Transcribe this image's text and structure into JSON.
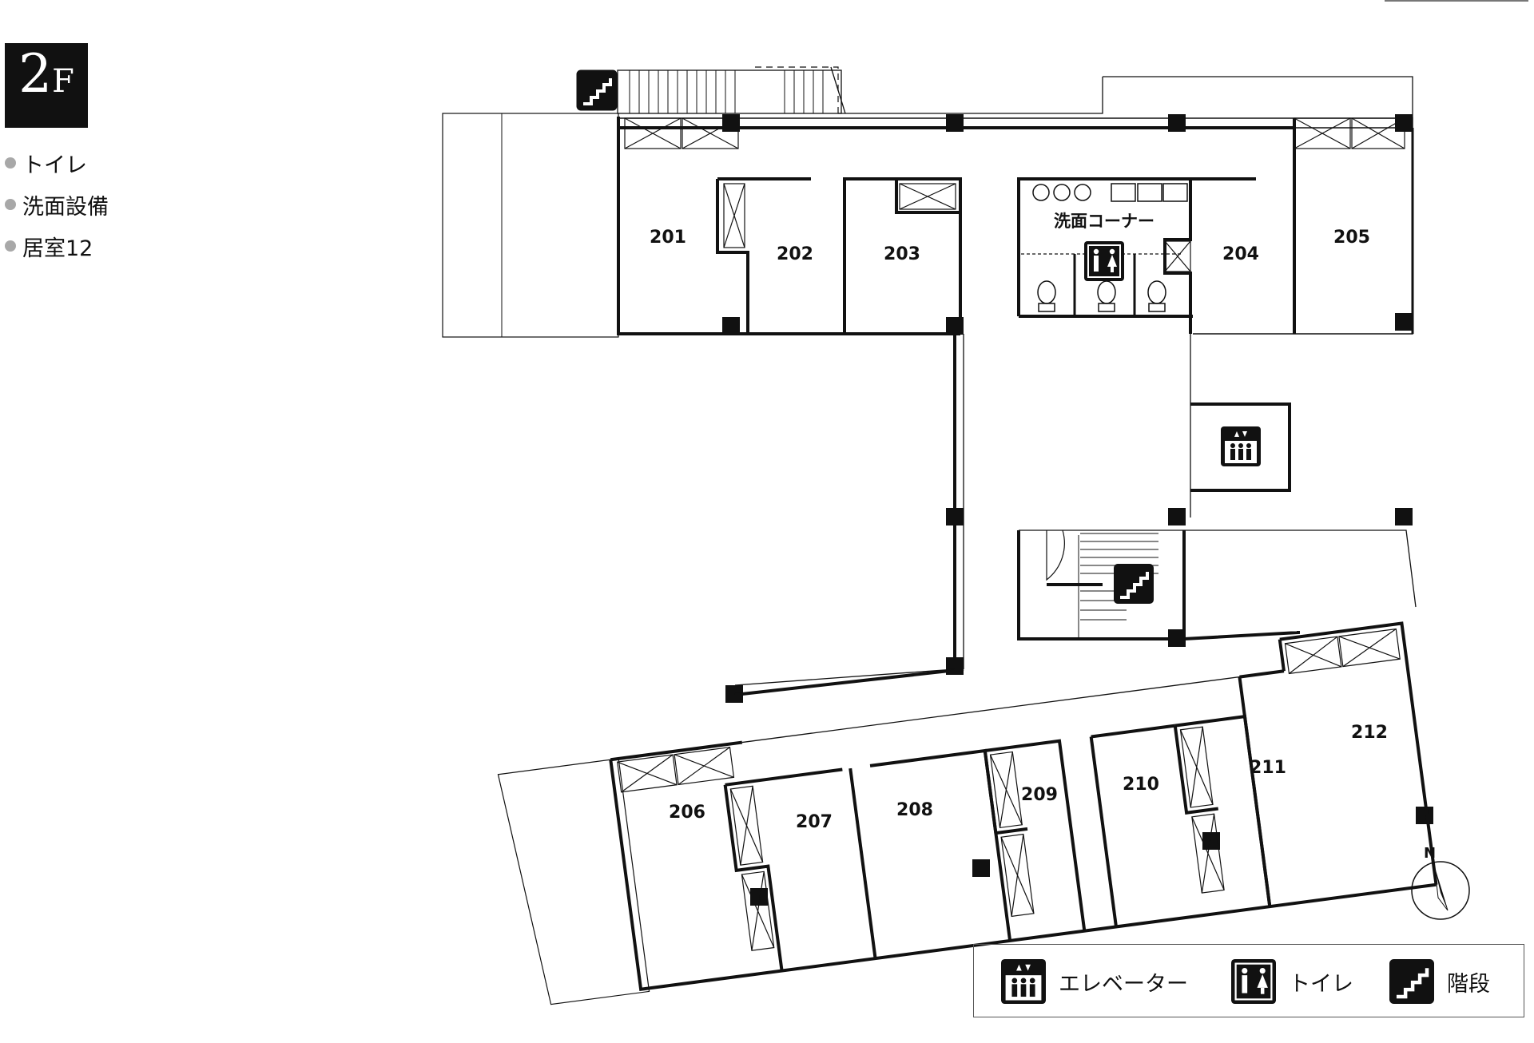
{
  "floor": {
    "number": "2",
    "unit": "F"
  },
  "features": [
    {
      "label": "トイレ"
    },
    {
      "label": "洗面設備"
    },
    {
      "label": "居室12"
    }
  ],
  "plan": {
    "rooms": [
      "201",
      "202",
      "203",
      "204",
      "205",
      "206",
      "207",
      "208",
      "209",
      "210",
      "211",
      "212"
    ],
    "washroom_label": "洗面コーナー",
    "compass": "N"
  },
  "legend": [
    {
      "icon": "elevator-icon",
      "label": "エレベーター"
    },
    {
      "icon": "toilet-icon",
      "label": "トイレ"
    },
    {
      "icon": "stairs-icon",
      "label": "階段"
    }
  ]
}
